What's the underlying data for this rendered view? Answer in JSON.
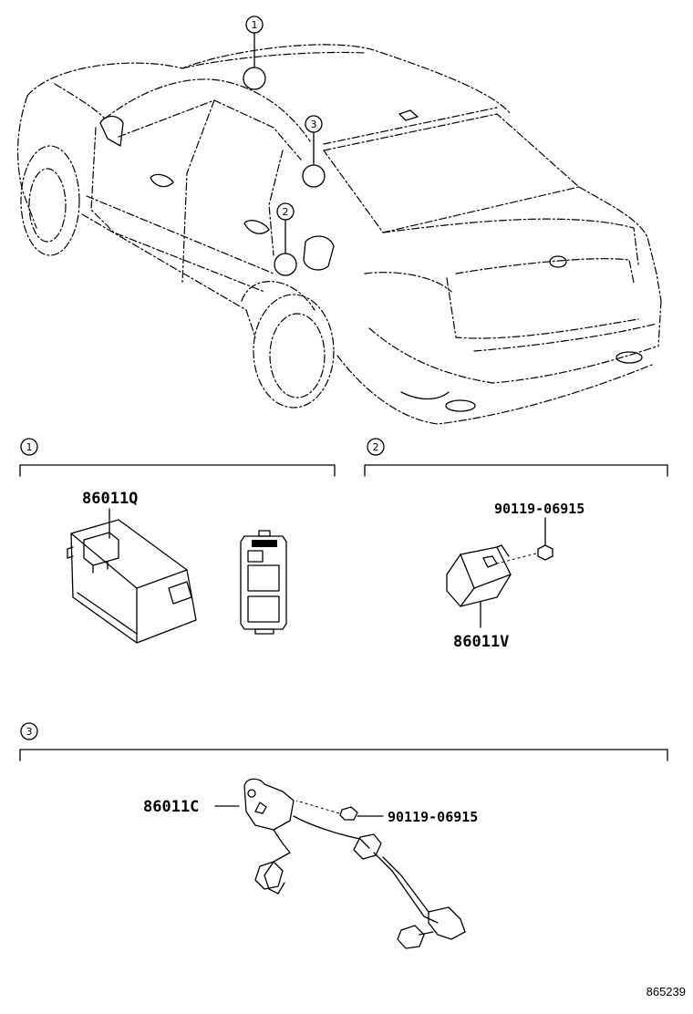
{
  "callouts": {
    "c1": "1",
    "c2": "2",
    "c3": "3"
  },
  "sections": {
    "s1": "1",
    "s2": "2",
    "s3": "3"
  },
  "parts": {
    "p1": "86011Q",
    "p2_bolt": "90119-06915",
    "p2": "86011V",
    "p3": "86011C",
    "p3_bolt": "90119-06915"
  },
  "reference_number": "865239"
}
